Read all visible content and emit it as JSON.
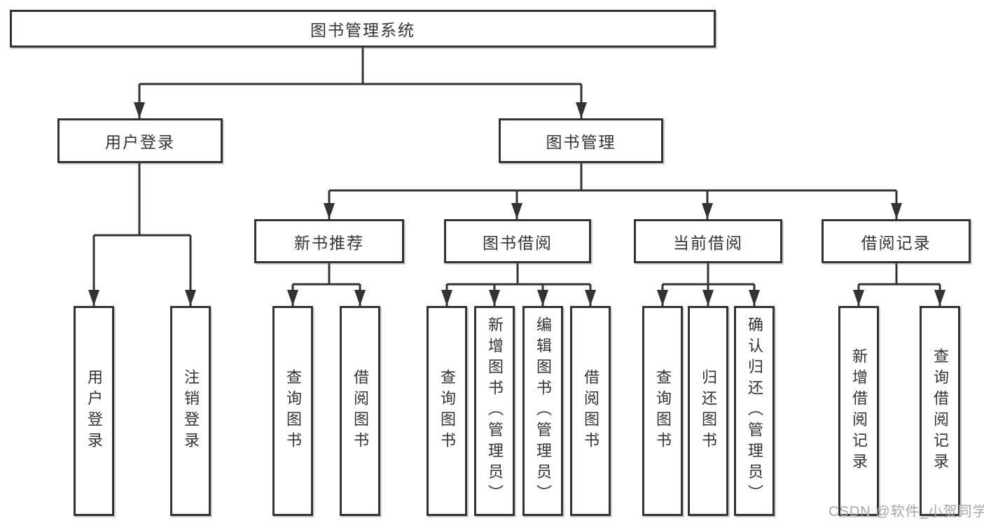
{
  "diagram_type": "functional-structure-tree",
  "colors": {
    "line": "#333333",
    "box_border": "#333333",
    "box_fill": "#ffffff",
    "text": "#333333",
    "watermark": "#a6a6a6",
    "background": "#ffffff"
  },
  "tree": {
    "root": {
      "label": "图书管理系统",
      "children": [
        {
          "label": "用户登录",
          "children": [
            {
              "label": "用户登录"
            },
            {
              "label": "注销登录"
            }
          ]
        },
        {
          "label": "图书管理",
          "children": [
            {
              "label": "新书推荐",
              "children": [
                {
                  "label": "查询图书"
                },
                {
                  "label": "借阅图书"
                }
              ]
            },
            {
              "label": "图书借阅",
              "children": [
                {
                  "label": "查询图书"
                },
                {
                  "label": "新增图书（管理员）"
                },
                {
                  "label": "编辑图书（管理员）"
                },
                {
                  "label": "借阅图书"
                }
              ]
            },
            {
              "label": "当前借阅",
              "children": [
                {
                  "label": "查询图书"
                },
                {
                  "label": "归还图书"
                },
                {
                  "label": "确认归还（管理员）"
                }
              ]
            },
            {
              "label": "借阅记录",
              "children": [
                {
                  "label": "新增借阅记录"
                },
                {
                  "label": "查询借阅记录"
                }
              ]
            }
          ]
        }
      ]
    }
  },
  "watermark": {
    "text": "CSDN @软件_小贺同学"
  }
}
